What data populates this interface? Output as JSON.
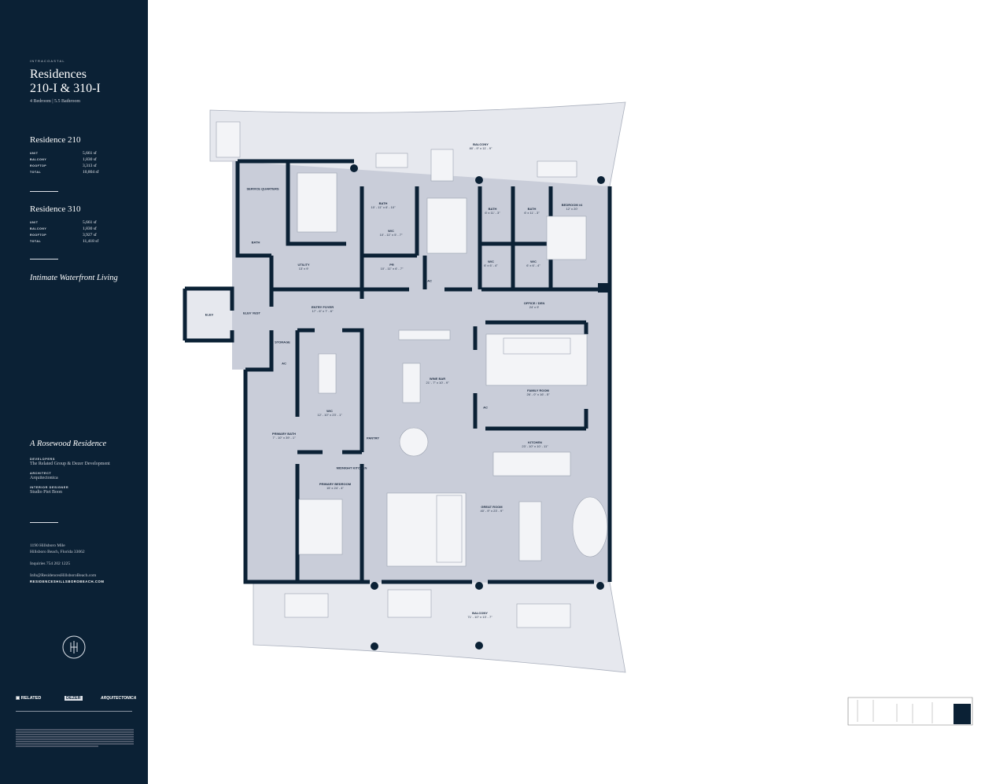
{
  "sidebar": {
    "kicker": "INTRACOASTAL",
    "title_line1": "Residences",
    "title_line2": "210-I & 310-I",
    "subtitle": "4 Bedroom  |  5.5 Bathroom",
    "residences": [
      {
        "name": "Residence 210",
        "rows": [
          {
            "k": "UNIT",
            "v": "5,661 sf"
          },
          {
            "k": "BALCONY",
            "v": "1,830 sf"
          },
          {
            "k": "ROOFTOP",
            "v": "3,313 sf"
          },
          {
            "k": "TOTAL",
            "v": "10,804 sf"
          }
        ]
      },
      {
        "name": "Residence 310",
        "rows": [
          {
            "k": "UNIT",
            "v": "5,661 sf"
          },
          {
            "k": "BALCONY",
            "v": "1,830 sf"
          },
          {
            "k": "ROOFTOP",
            "v": "3,927 sf"
          },
          {
            "k": "TOTAL",
            "v": "11,418 sf"
          }
        ]
      }
    ],
    "tagline": "Intimate Waterfront Living",
    "brand_line": "A Rosewood Residence",
    "credits": [
      {
        "k": "DEVELOPERS",
        "v": "The Related Group & Dezer Development"
      },
      {
        "k": "ARCHITECT",
        "v": "Arquitectonica"
      },
      {
        "k": "INTERIOR DESIGNER",
        "v": "Studio Piet Boon"
      }
    ],
    "address1": "1190 Hillsboro Mile",
    "address2": "Hillsboro Beach, Florida 33062",
    "inquiries": "Inquiries  754 202 1225",
    "email": "Info@ResidencesHillsboroBeach.com",
    "website": "RESIDENCESHILLSBOROBEACH.COM",
    "logos": [
      "RELATED",
      "DEZER",
      "ARQUITECTONICA"
    ]
  },
  "plan": {
    "colors": {
      "interior": "#c9cdd9",
      "balcony": "#e6e8ee",
      "wall": "#0b2135"
    },
    "labels": [
      {
        "name": "BALCONY",
        "dim": "80' - 9\" x 11' - 9\""
      },
      {
        "name": "SERVICE QUARTERS",
        "dim": ""
      },
      {
        "name": "BATH",
        "dim": ""
      },
      {
        "name": "BATH",
        "dim": "10' - 11\" x 6' - 10\""
      },
      {
        "name": "W/C",
        "dim": "10' - 11\" x 5' - 7\""
      },
      {
        "name": "BATH",
        "dim": "6' x 11' - 3\""
      },
      {
        "name": "BATH",
        "dim": "6' x 11' - 3\""
      },
      {
        "name": "BEDROOM #4",
        "dim": "12' x 20'"
      },
      {
        "name": "W/C",
        "dim": "6' x 6' - 4\""
      },
      {
        "name": "W/C",
        "dim": "6' x 6' - 4\""
      },
      {
        "name": "UTILITY",
        "dim": "13' x 9'"
      },
      {
        "name": "PR",
        "dim": "10' - 11\" x 6' - 7\""
      },
      {
        "name": "AC",
        "dim": ""
      },
      {
        "name": "ENTRY FOYER",
        "dim": "17' - 6\" x 7' - 6\""
      },
      {
        "name": "ELEV VEST",
        "dim": ""
      },
      {
        "name": "ELEV",
        "dim": ""
      },
      {
        "name": "OFFICE / DEN",
        "dim": "24' x 9'"
      },
      {
        "name": "STORAGE",
        "dim": ""
      },
      {
        "name": "AC",
        "dim": ""
      },
      {
        "name": "WINE BAR",
        "dim": "21' - 7\" x 10' - 9\""
      },
      {
        "name": "FAMILY ROOM",
        "dim": "26' - 0\" x 16' - 5\""
      },
      {
        "name": "AC",
        "dim": ""
      },
      {
        "name": "W/C",
        "dim": "12' - 10\" x 23' - 1\""
      },
      {
        "name": "PRIMARY BATH",
        "dim": "7' - 10\" x 39' - 1\""
      },
      {
        "name": "PANTRY",
        "dim": ""
      },
      {
        "name": "KITCHEN",
        "dim": "23' - 10\" x 10' - 11\""
      },
      {
        "name": "MIDNIGHT KITCHEN",
        "dim": ""
      },
      {
        "name": "PRIMARY BEDROOM",
        "dim": "15' x 24' - 4\""
      },
      {
        "name": "GREAT ROOM",
        "dim": "40' - 9\" x 23' - 9\""
      },
      {
        "name": "BALCONY",
        "dim": "71' - 10\" x 13' - 7\""
      }
    ]
  }
}
